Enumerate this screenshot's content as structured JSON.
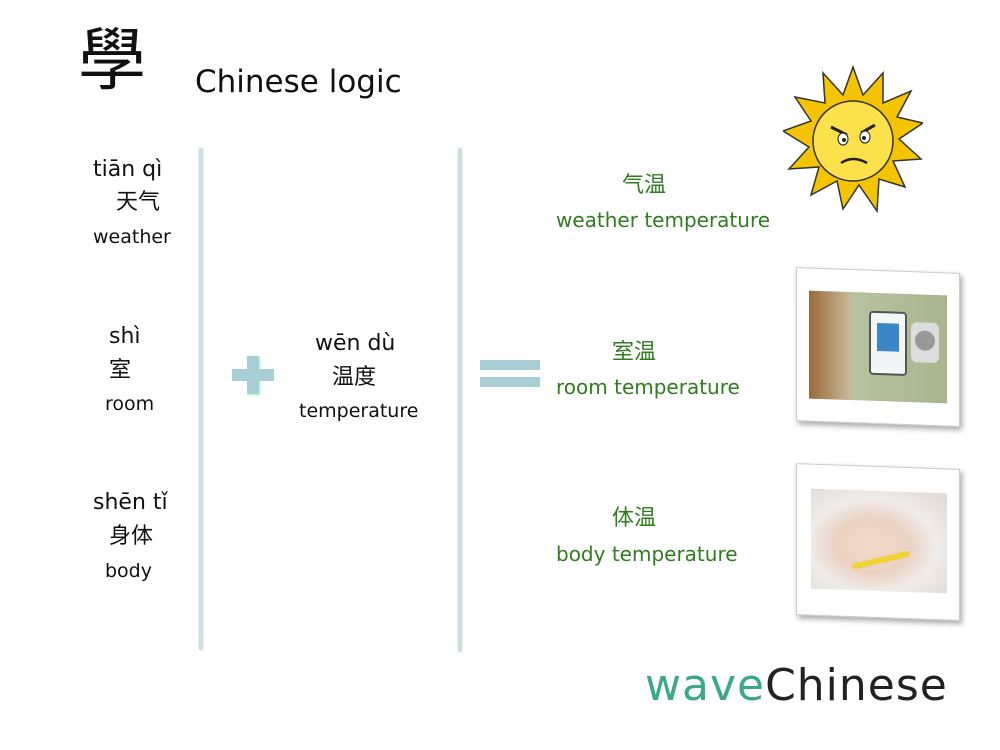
{
  "header": {
    "logo_char": "學",
    "title": "Chinese logic"
  },
  "left_words": [
    {
      "pinyin": "tiān qì",
      "hanzi": "天气",
      "english": "weather"
    },
    {
      "pinyin": "shì",
      "hanzi": "室",
      "english": "room"
    },
    {
      "pinyin": "shēn tǐ",
      "hanzi": "身体",
      "english": "body"
    }
  ],
  "middle_word": {
    "pinyin": "wēn dù",
    "hanzi": "温度",
    "english": "temperature"
  },
  "results": [
    {
      "hanzi": "气温",
      "english": "weather temperature",
      "image": "angry-sun"
    },
    {
      "hanzi": "室温",
      "english": "room temperature",
      "image": "room-thermostat-photo"
    },
    {
      "hanzi": "体温",
      "english": "body temperature",
      "image": "baby-thermometer-photo"
    }
  ],
  "brand": {
    "part1": "wave",
    "part2": "Chinese",
    "color1": "#3aa98a",
    "color2": "#222222"
  },
  "colors": {
    "result_text": "#2f7d1c",
    "divider": "#cfe0e2"
  }
}
